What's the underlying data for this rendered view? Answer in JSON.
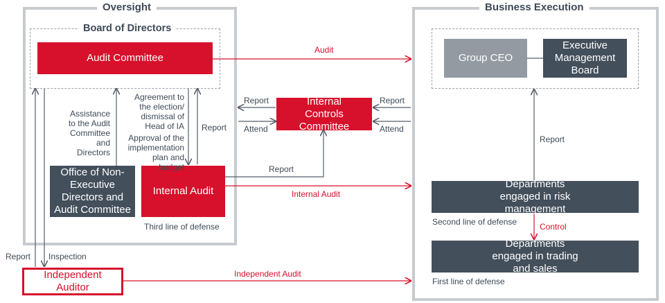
{
  "oversight": {
    "title": "Oversight",
    "board_title": "Board of Directors",
    "audit_committee": "Audit Committee",
    "office": "Office of Non-Executive Directors and Audit Committee",
    "internal_audit": "Internal Audit",
    "third_line": "Third line of defense"
  },
  "business": {
    "title": "Business Execution",
    "group_ceo": "Group CEO",
    "executive_board": "Executive Management Board",
    "risk_mgmt": "Departments engaged in risk management",
    "second_line": "Second line of defense",
    "trading": "Departments engaged in trading and sales",
    "first_line": "First line of defense"
  },
  "internal_controls": "Internal Controls Committee",
  "independent_auditor": "Independent Auditor",
  "labels": {
    "audit": "Audit",
    "internal_audit_flow": "Internal Audit",
    "independent_audit": "Independent Audit",
    "report": "Report",
    "attend": "Attend",
    "inspection": "Inspection",
    "control": "Control",
    "assistance": "Assistance to the Audit Committee and Directors",
    "agreement": "Agreement to the election/ dismissal of Head of IA",
    "approval": "Approval of the implementation plan and budget"
  },
  "colors": {
    "red": "#d7102b",
    "dark": "#434f5b",
    "gray": "#939aa1",
    "panel_border": "#c8cbce",
    "text": "#3e4a57"
  }
}
